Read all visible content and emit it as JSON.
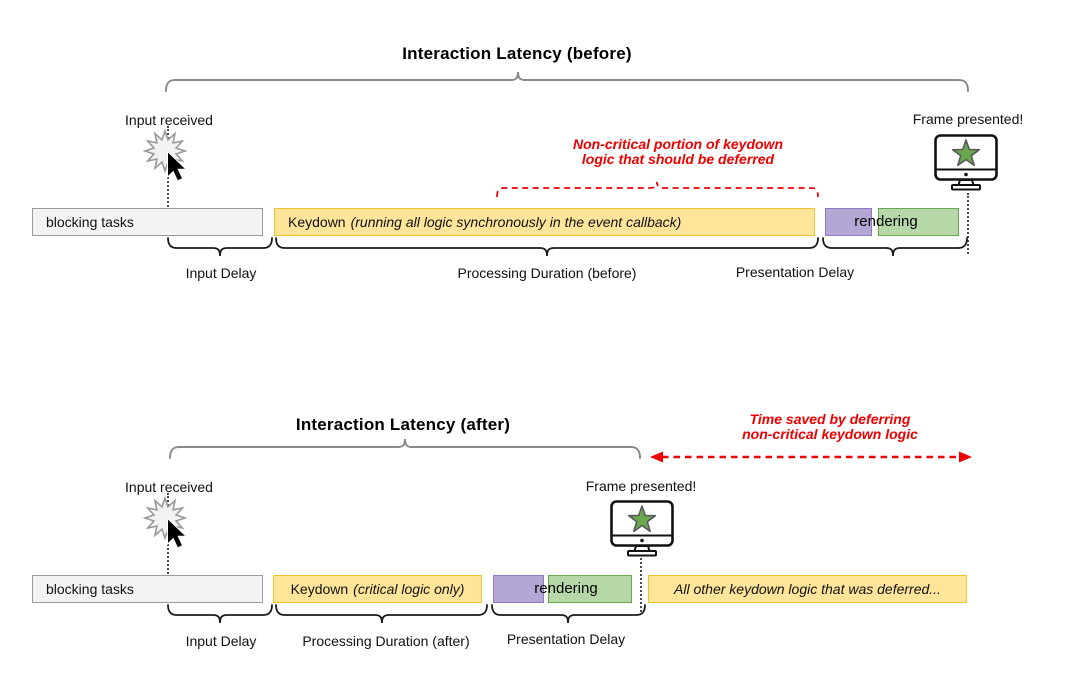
{
  "colors": {
    "yellow_fill": "#FFE599",
    "yellow_border": "#F1C232",
    "purple_fill": "#B4A7D6",
    "purple_border": "#8E7CC3",
    "green_fill": "#B6D7A8",
    "green_border": "#6AA84F",
    "gray_fill": "#F3F3F3",
    "gray_border": "#9A9A9A",
    "annotation_red": "#EE0000",
    "star_green": "#6AA84F"
  },
  "before": {
    "title": "Interaction Latency (before)",
    "input_received": "Input received",
    "frame_presented": "Frame presented!",
    "annotation": {
      "line1": "Non-critical portion of keydown",
      "line2": "logic that should be deferred"
    },
    "bars": {
      "blocking": "blocking tasks",
      "keydown_name": "Keydown",
      "keydown_detail": "(running all logic synchronously in the event callback)",
      "rendering": "rendering"
    },
    "labels": {
      "input_delay": "Input Delay",
      "processing": "Processing Duration (before)",
      "presentation": "Presentation Delay"
    }
  },
  "after": {
    "title": "Interaction Latency (after)",
    "input_received": "Input received",
    "frame_presented": "Frame presented!",
    "annotation": {
      "line1": "Time saved by deferring",
      "line2": "non-critical keydown logic"
    },
    "bars": {
      "blocking": "blocking tasks",
      "keydown_name": "Keydown",
      "keydown_detail": "(critical logic only)",
      "rendering": "rendering",
      "deferred": "All other keydown logic that was deferred..."
    },
    "labels": {
      "input_delay": "Input Delay",
      "processing": "Processing Duration (after)",
      "presentation": "Presentation Delay"
    }
  }
}
